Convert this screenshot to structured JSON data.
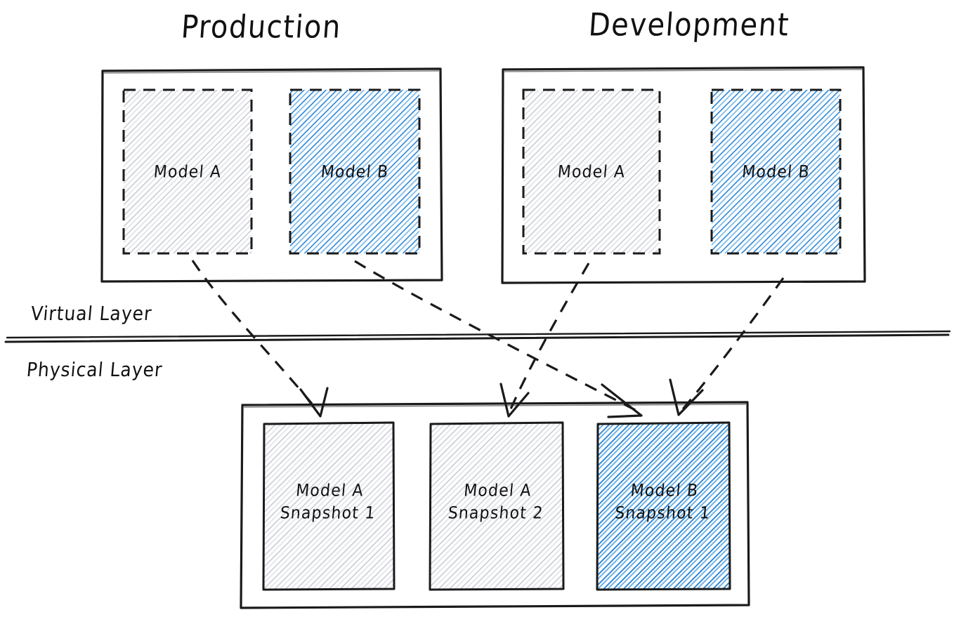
{
  "diagram": {
    "title_production": "Production",
    "title_development": "Development",
    "layer_virtual": "Virtual Layer",
    "layer_physical": "Physical Layer",
    "colors": {
      "ink": "#111111",
      "grey_hatch": "#c9ccd4",
      "blue_hatch": "#2a86d8",
      "blue_hatch_light": "#7db8e6",
      "background": "#ffffff"
    },
    "environments": [
      {
        "name": "production",
        "title": "Production",
        "models": [
          {
            "id": "prod-model-a",
            "label": "Model A",
            "fill": "grey",
            "border": "dashed"
          },
          {
            "id": "prod-model-b",
            "label": "Model B",
            "fill": "blue",
            "border": "dashed"
          }
        ]
      },
      {
        "name": "development",
        "title": "Development",
        "models": [
          {
            "id": "dev-model-a",
            "label": "Model A",
            "fill": "grey",
            "border": "dashed"
          },
          {
            "id": "dev-model-b",
            "label": "Model B",
            "fill": "blue",
            "border": "dashed"
          }
        ]
      }
    ],
    "snapshots": [
      {
        "id": "snapshot-model-a-1",
        "line1": "Model A",
        "line2": "Snapshot 1",
        "label": "Model A\nSnapshot 1",
        "fill": "grey",
        "border": "solid"
      },
      {
        "id": "snapshot-model-a-2",
        "line1": "Model A",
        "line2": "Snapshot 2",
        "label": "Model A\nSnapshot 2",
        "fill": "grey",
        "border": "solid"
      },
      {
        "id": "snapshot-model-b-1",
        "line1": "Model B",
        "line2": "Snapshot 1",
        "label": "Model B\nSnapshot 1",
        "fill": "blue",
        "border": "solid"
      }
    ],
    "connections": [
      {
        "id": "arrow-prod-a-to-snap-a1",
        "from": "prod-model-a",
        "to": "snapshot-model-a-1",
        "style": "dashed"
      },
      {
        "id": "arrow-prod-b-to-snap-b1",
        "from": "prod-model-b",
        "to": "snapshot-model-b-1",
        "style": "dashed"
      },
      {
        "id": "arrow-dev-a-to-snap-a2",
        "from": "dev-model-a",
        "to": "snapshot-model-a-2",
        "style": "dashed"
      },
      {
        "id": "arrow-dev-b-to-snap-b1",
        "from": "dev-model-b",
        "to": "snapshot-model-b-1",
        "style": "dashed"
      }
    ]
  }
}
